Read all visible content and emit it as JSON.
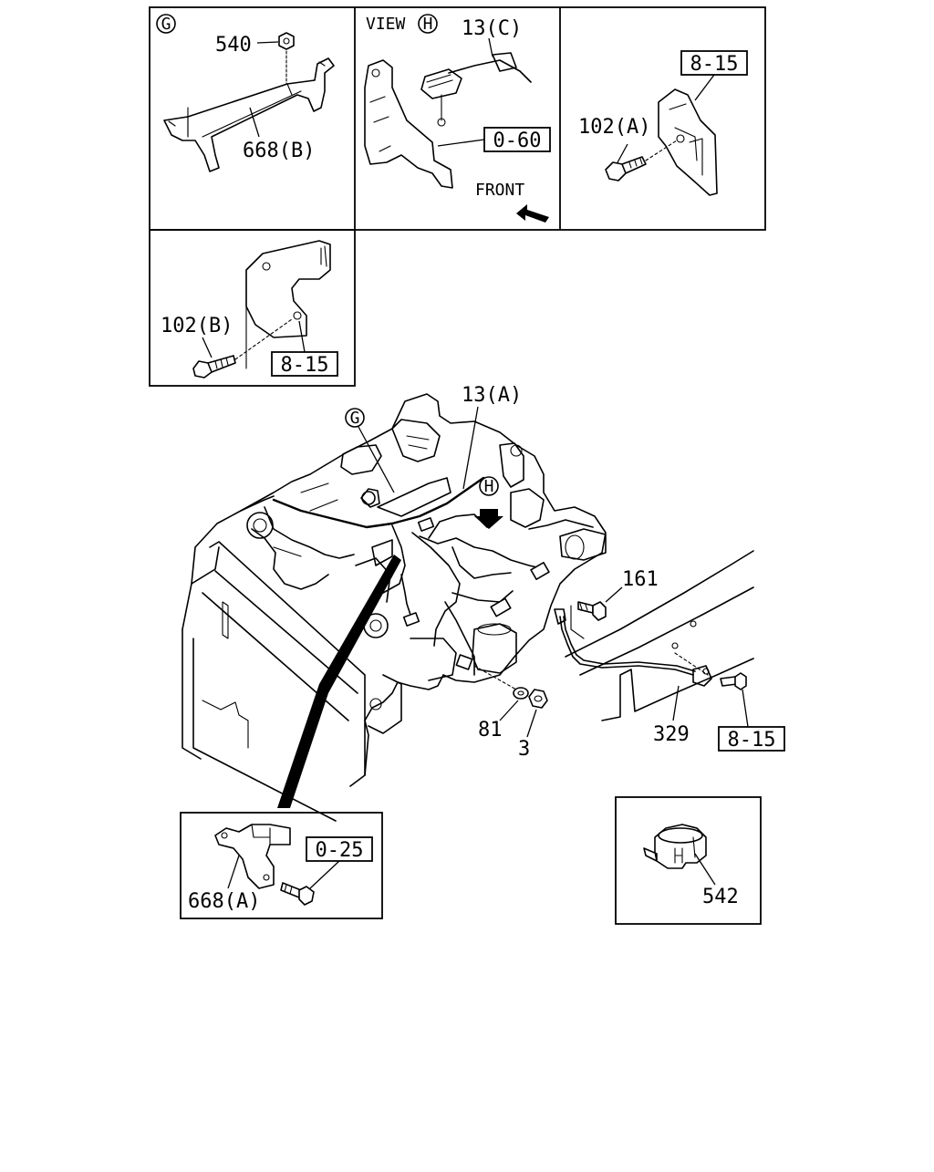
{
  "detail_g": {
    "marker": "G",
    "labels": {
      "nut": "540",
      "bracket": "668(B)"
    }
  },
  "view_h": {
    "view_text": "VIEW",
    "marker": "H",
    "harness_label": "13(C)",
    "ref": "0-60",
    "front_text": "FRONT"
  },
  "detail_bolt_a": {
    "ref": "8-15",
    "bolt_label": "102(A)"
  },
  "detail_bolt_b": {
    "bolt_label": "102(B)",
    "ref": "8-15"
  },
  "main_view": {
    "harness_label": "13(A)",
    "marker_g": "G",
    "marker_h": "H",
    "bolt_label": "161",
    "washer_label": "81",
    "nut_label": "3",
    "ground_cable_label": "329",
    "ref": "8-15"
  },
  "detail_clip": {
    "ref": "0-25",
    "bracket_label": "668(A)"
  },
  "detail_grommet": {
    "label": "542"
  }
}
